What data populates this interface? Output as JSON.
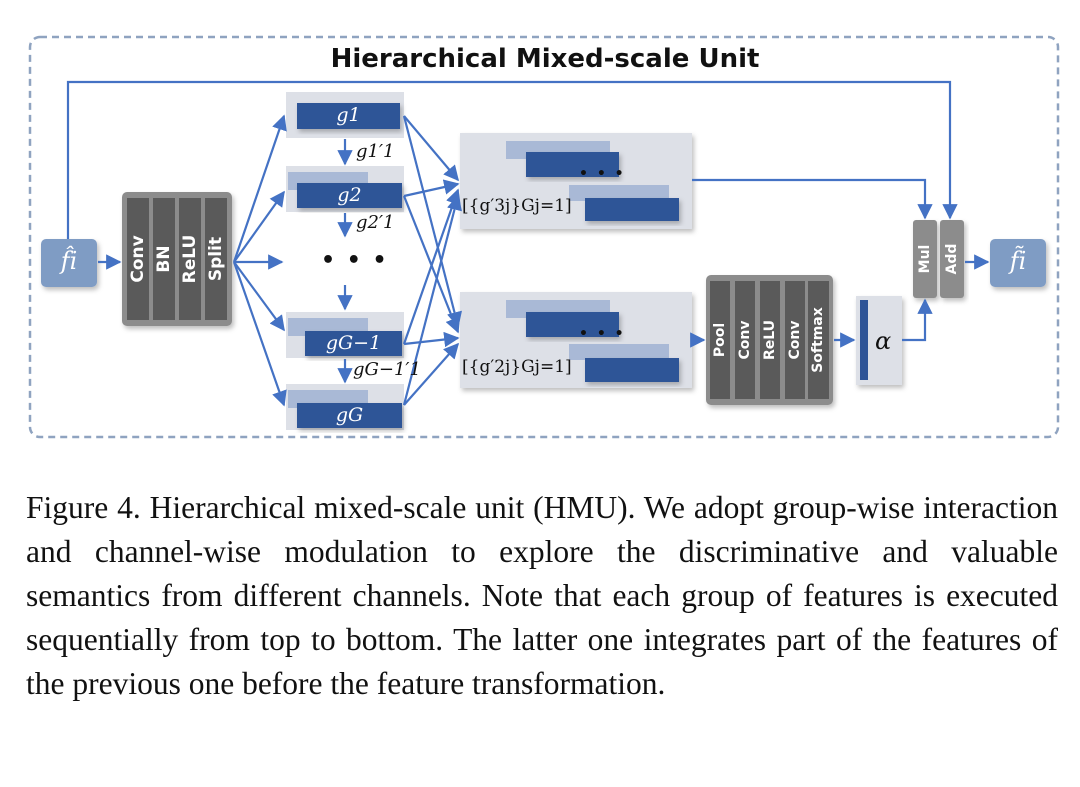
{
  "diagram": {
    "title": "Hierarchical Mixed-scale Unit",
    "input_label": "f̂i",
    "output_label": "f̃i",
    "pre_block_labels": [
      "Conv",
      "BN",
      "ReLU",
      "Split"
    ],
    "groups": {
      "g1": "g1",
      "g2": "g2",
      "ellipsis": "• • •",
      "gG_minus_1": "gG−1",
      "gG": "gG"
    },
    "primes": {
      "p1": "g1′1",
      "p2": "g2′1",
      "p3": "gG−1′1"
    },
    "set_top": "[{g′3j}Gj=1]",
    "set_bottom": "[{g′2j}Gj=1]",
    "panel_dots": "• • •",
    "attention_labels": [
      "Pool",
      "Conv",
      "ReLU",
      "Conv",
      "Softmax"
    ],
    "alpha": "α",
    "merge_labels": [
      "Mul",
      "Add"
    ],
    "colors": {
      "dark_blue": "#2f5597",
      "arrow_blue": "#4472c4",
      "light_blue": "#a9b9d6",
      "block_gray": "#8c8c8c",
      "dark_gray": "#5a5a5a",
      "panel_bg": "#dde0e7",
      "io_blue": "#7f9cc4",
      "dashed_border": "#8fa3c0"
    }
  },
  "caption": "Figure 4. Hierarchical mixed-scale unit (HMU). We adopt group-wise interaction and channel-wise modulation to explore the discriminative and valuable semantics from different channels. Note that each group of features is executed sequentially from top to bottom. The latter one integrates part of the features of the previous one before the feature transformation."
}
